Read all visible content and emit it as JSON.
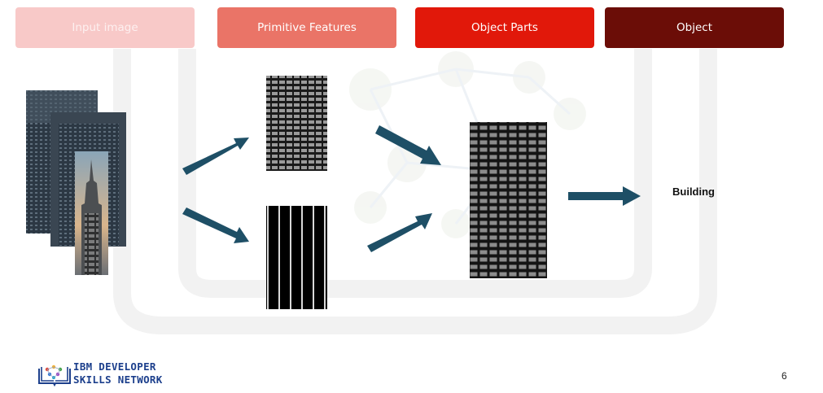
{
  "stages": {
    "input": "Input image",
    "primitive": "Primitive Features",
    "parts": "Object Parts",
    "object": "Object"
  },
  "output_label": "Building",
  "logo": {
    "line1": "IBM DEVELOPER",
    "line2": "SKILLS NETWORK"
  },
  "page_number": "6",
  "colors": {
    "stage_input": "#f8c9c8",
    "stage_primitive": "#ea7467",
    "stage_parts": "#e1180a",
    "stage_object": "#6b0d07",
    "arrow": "#1e4f66"
  }
}
